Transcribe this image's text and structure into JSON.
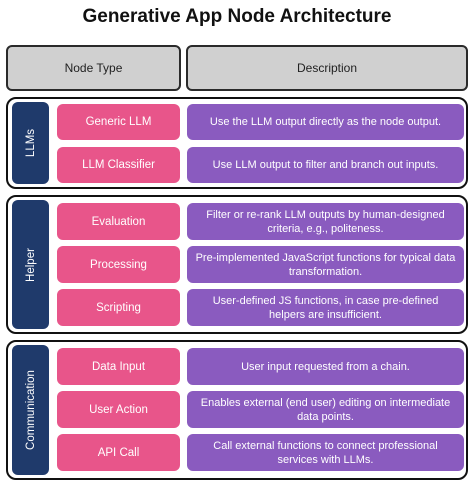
{
  "title": "Generative App Node Architecture",
  "header": {
    "node_type": "Node Type",
    "description": "Description"
  },
  "groups": [
    {
      "label": "LLMs",
      "rows": [
        {
          "type": "Generic LLM",
          "description": "Use the LLM output directly as the node output."
        },
        {
          "type": "LLM Classifier",
          "description": "Use LLM output to filter and branch out inputs."
        }
      ]
    },
    {
      "label": "Helper",
      "rows": [
        {
          "type": "Evaluation",
          "description": "Filter or re-rank LLM outputs by human-designed criteria, e.g., politeness."
        },
        {
          "type": "Processing",
          "description": "Pre-implemented JavaScript functions for typical data transformation."
        },
        {
          "type": "Scripting",
          "description": "User-defined JS functions, in case pre-defined helpers are insufficient."
        }
      ]
    },
    {
      "label": "Communication",
      "rows": [
        {
          "type": "Data Input",
          "description": "User input requested from a chain."
        },
        {
          "type": "User Action",
          "description": "Enables external (end user) editing on intermediate data points."
        },
        {
          "type": "API Call",
          "description": "Call external functions to connect professional services with LLMs."
        }
      ]
    }
  ],
  "colors": {
    "group_label": "#1f3a6b",
    "node_type": "#e8558a",
    "description": "#8a5bbf",
    "header": "#d0d0d0"
  }
}
